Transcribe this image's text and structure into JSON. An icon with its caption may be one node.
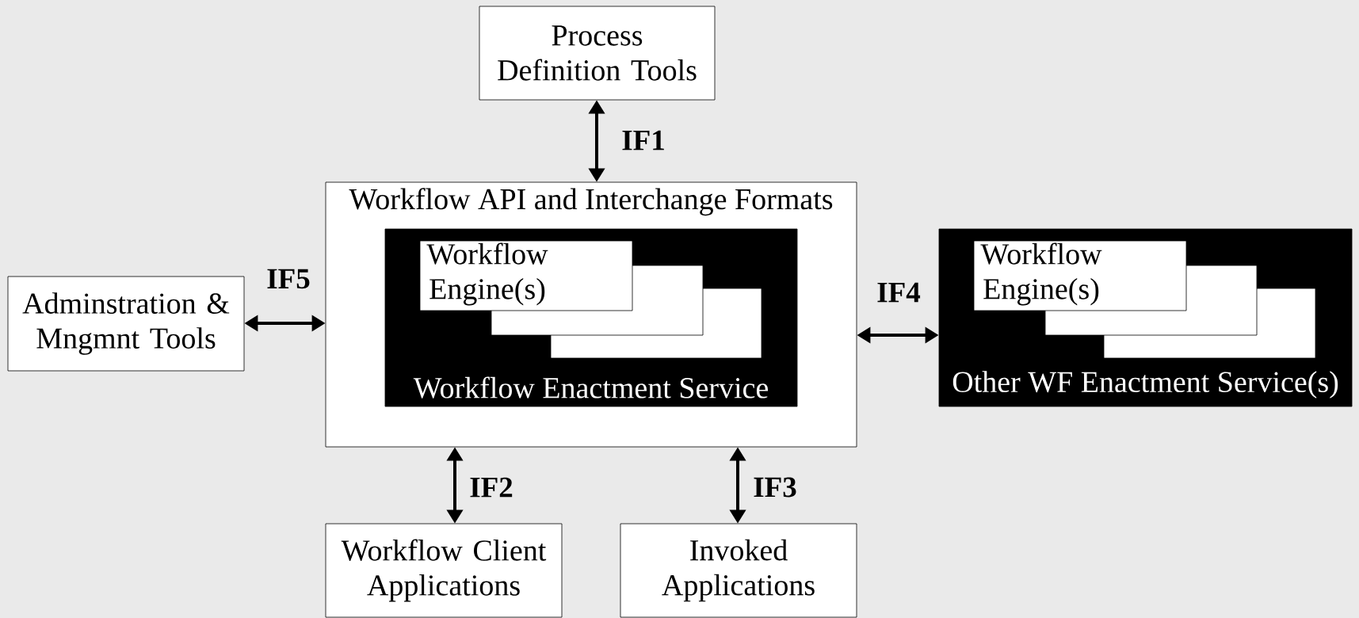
{
  "diagram": {
    "nodes": [
      {
        "text": [
          "Process Definition Tools"
        ]
      },
      {
        "text": [
          "Workflow API and Interchange Formats"
        ]
      },
      {
        "text": [
          "Workflow Enactment Service"
        ],
        "in": 1
      },
      {
        "text": [],
        "shape": "box",
        "in": 2
      },
      {
        "text": [],
        "shape": "box",
        "in": 2
      },
      {
        "text": [
          "Workflow Engine(s)"
        ],
        "in": 2
      },
      {
        "text": [
          "Other WF Enactment Service(s)"
        ]
      },
      {
        "text": [],
        "shape": "box",
        "in": 6
      },
      {
        "text": [],
        "shape": "box",
        "in": 6
      },
      {
        "text": [
          "Workflow Engine(s)"
        ],
        "in": 6
      },
      {
        "text": [
          "Adminstration & Mngmnt Tools"
        ]
      },
      {
        "text": [
          "Workflow Client Applications"
        ]
      },
      {
        "text": [
          "Invoked Applications"
        ]
      }
    ],
    "edges": [
      {
        "from": 0,
        "to": 1,
        "arrow": "both",
        "label": "IF1"
      },
      {
        "from": 10,
        "to": 1,
        "arrow": "both",
        "label": "IF5"
      },
      {
        "from": 1,
        "to": 6,
        "arrow": "both",
        "label": "IF4"
      },
      {
        "from": 1,
        "to": 11,
        "arrow": "both",
        "label": "IF2"
      },
      {
        "from": 1,
        "to": 12,
        "arrow": "both",
        "label": "IF3"
      }
    ]
  }
}
